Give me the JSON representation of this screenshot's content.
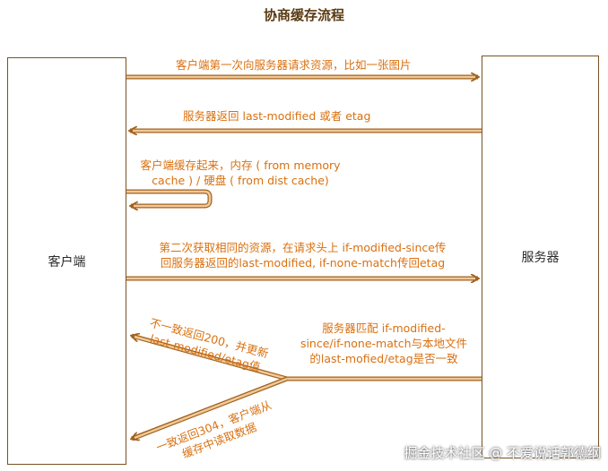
{
  "title": "协商缓存流程",
  "nodes": {
    "client": "客户端",
    "server": "服务器"
  },
  "messages": {
    "m1": "客户端第一次向服务器请求资源，比如一张图片",
    "m2": "服务器返回 last-modified 或者 etag",
    "m3_line1": "客户端缓存起来，内存 ( from memory",
    "m3_line2": "cache ) / 硬盘 ( from dist cache)",
    "m4_line1": "第二次获取相同的资源，在请求头上 if-modified-since传",
    "m4_line2": "回服务器返回的last-modified, if-none-match传回etag",
    "m5_line1": "服务器匹配 if-modified-",
    "m5_line2": "since/if-none-match与本地文件",
    "m5_line3": "的last-mofied/etag是否一致",
    "m6_line1": "不一致返回200，并更新",
    "m6_line2": "last-modified/etag值",
    "m7_line1": "一致返回304，客户端从",
    "m7_line2": "缓存中读取数据"
  },
  "watermark": "掘金技术社区 @ 不爱说话郭德纲",
  "colors": {
    "arrow": "#f2c998",
    "arrow_stroke": "#a0621f",
    "text": "#d9700f",
    "box_border": "#7a5223"
  }
}
